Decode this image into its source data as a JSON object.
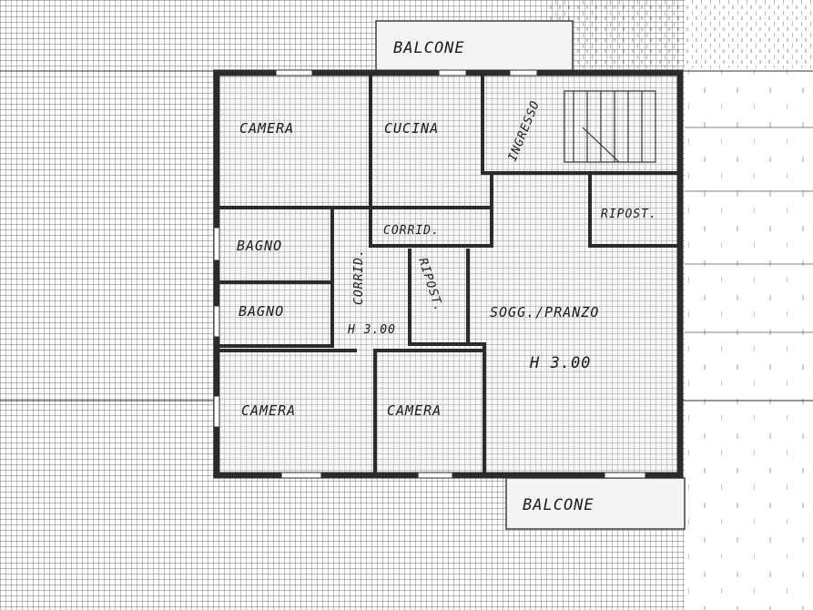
{
  "floor_plan": {
    "rooms": {
      "balcone_top": "BALCONE",
      "camera_nw": "CAMERA",
      "cucina": "CUCINA",
      "ingresso": "INGRESSO",
      "ripost_ne": "RIPOST.",
      "corrid_h": "CORRID.",
      "corrid_v": "CORRID.",
      "bagno_1": "BAGNO",
      "bagno_2": "BAGNO",
      "ripost_center": "RIPOST.",
      "sogg_pranzo": "SOGG./PRANZO",
      "camera_sw": "CAMERA",
      "camera_s": "CAMERA",
      "balcone_bottom": "BALCONE"
    },
    "heights": {
      "center": "H 3.00",
      "living": "H 3.00"
    }
  },
  "colors": {
    "wall": "#2b2b2b",
    "grid": "#4a4a4a",
    "paper": "#ffffff"
  }
}
